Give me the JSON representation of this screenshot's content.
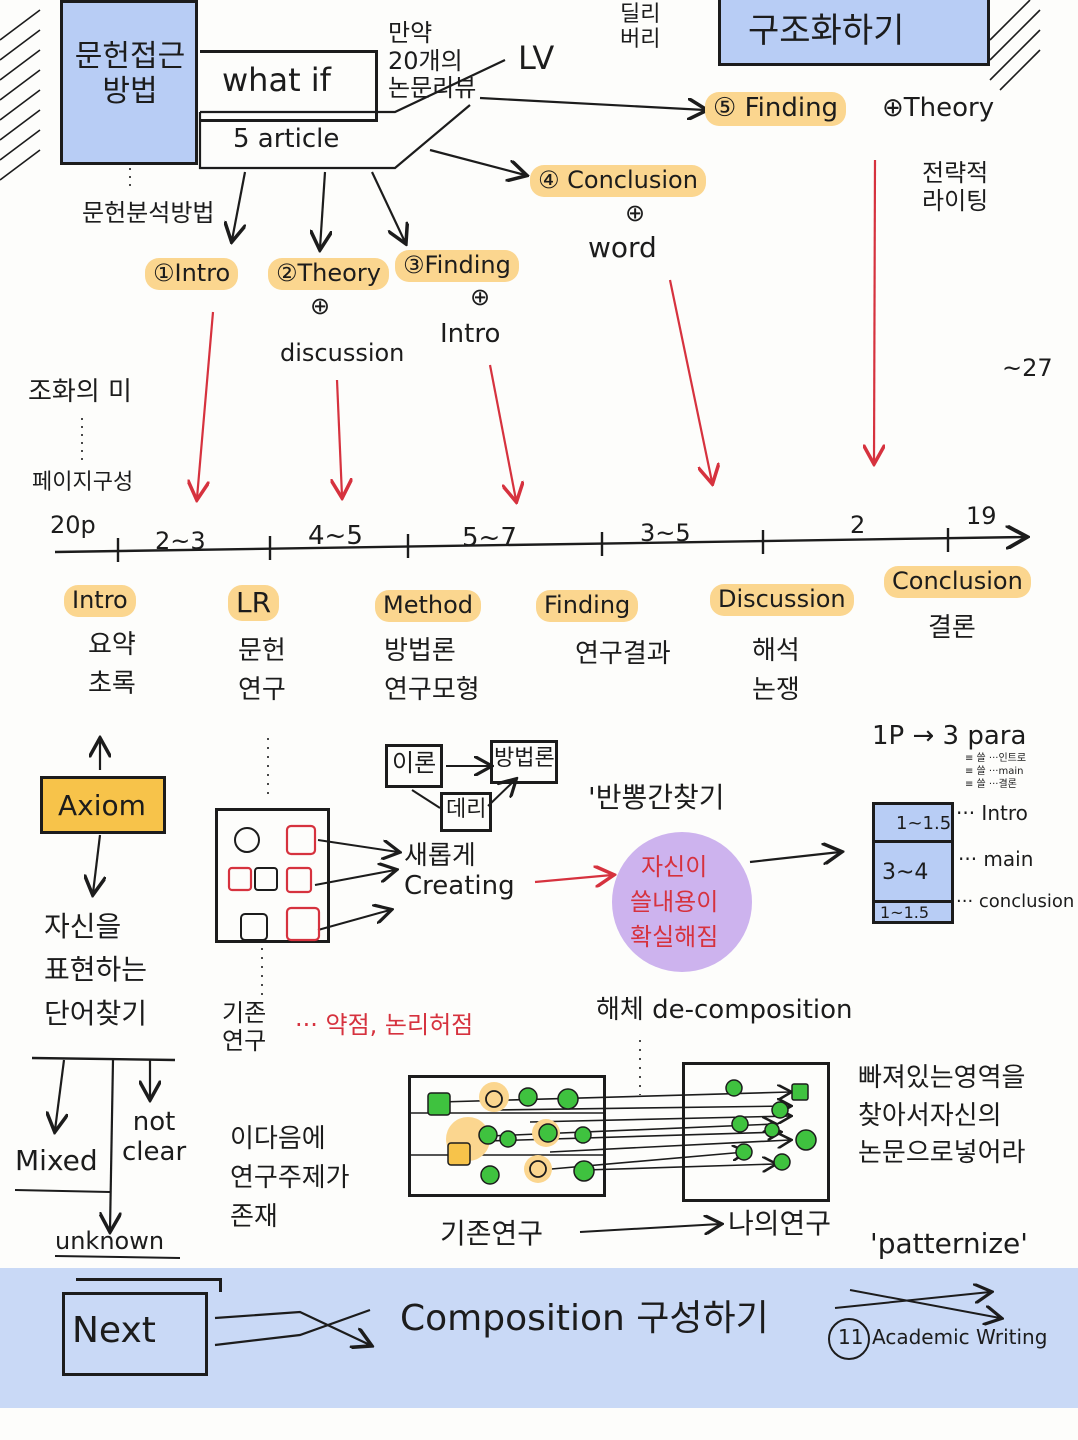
{
  "top": {
    "method_box": "문헌접근\n방법",
    "what_if": "what if",
    "what_if_note": "만약\n20개의\n논문리뷰",
    "five_article": "5 article",
    "lv": "LV",
    "daily_note": "딜리\n버리",
    "structure_box": "구조화하기",
    "analysis_method": "문헌분석방법"
  },
  "steps": {
    "s1": "①Intro",
    "s2": "②Theory",
    "s2_plus": "⊕",
    "s2_sub": "discussion",
    "s3": "③Finding",
    "s3_plus": "⊕",
    "s3_sub": "Intro",
    "s4": "④ Conclusion",
    "s4_plus": "⊕",
    "s4_sub": "word",
    "s5": "⑤ Finding",
    "s5_theory": "⊕Theory",
    "strategic": "전략적\n라이팅"
  },
  "side": {
    "harmony": "조화의 미",
    "page_comp": "페이지구성",
    "page_total": "~27"
  },
  "timeline": {
    "start": "20p",
    "segments": [
      "2~3",
      "4~5",
      "5~7",
      "3~5",
      "2"
    ],
    "end": "19"
  },
  "sections": [
    {
      "title": "Intro",
      "sub": "요약\n초록"
    },
    {
      "title": "LR",
      "sub": "문헌\n연구"
    },
    {
      "title": "Method",
      "sub": "방법론\n연구모형"
    },
    {
      "title": "Finding",
      "sub": "연구결과"
    },
    {
      "title": "Discussion",
      "sub": "해석\n논쟁"
    },
    {
      "title": "Conclusion",
      "sub": "결론"
    }
  ],
  "axiom": {
    "label": "Axiom",
    "desc": "자신을\n표현하는\n단어찾기",
    "mixed": "Mixed",
    "not_clear": "not\nclear",
    "unknown": "unknown"
  },
  "lr": {
    "existing": "기존\n연구",
    "weakness": "··· 약점, 논리허점",
    "new_creating": "새롭게\nCreating",
    "theory": "이론",
    "methodology": "방법론",
    "data": "데리",
    "find_counter": "'반뽕간찾기",
    "clear_content": "자신이\n쓸내용이\n확실해짐",
    "topic_note": "이다음에\n연구주제가\n존재"
  },
  "para": {
    "rule": "1P → 3 para",
    "mini": "≡ 쓸 ···인트로\n≡ 쓸 ···main\n≡ 쓸 ···결론",
    "rows": [
      {
        "ratio": "1~1.5",
        "label": "··· Intro"
      },
      {
        "ratio": "3~4",
        "label": "··· main"
      },
      {
        "ratio": "1~1.5",
        "label": "··· conclusion"
      }
    ]
  },
  "decomp": {
    "title": "해체 de-composition",
    "existing": "기존연구",
    "mine": "나의연구",
    "note": "빠져있는영역을\n찾아서자신의\n논문으로넣어라",
    "patternize": "'patternize'"
  },
  "bottom": {
    "next": "Next",
    "composition": "Composition 구성하기",
    "circle_num": "11",
    "academic": "Academic Writing"
  },
  "colors": {
    "highlight": "#fbd68f",
    "highlight_strong": "#f7c34a",
    "blue": "#b8cdf5",
    "red": "#d6323e",
    "purple": "#cdb3ee",
    "green": "#3fc23f",
    "ink": "#1c1c1c"
  }
}
